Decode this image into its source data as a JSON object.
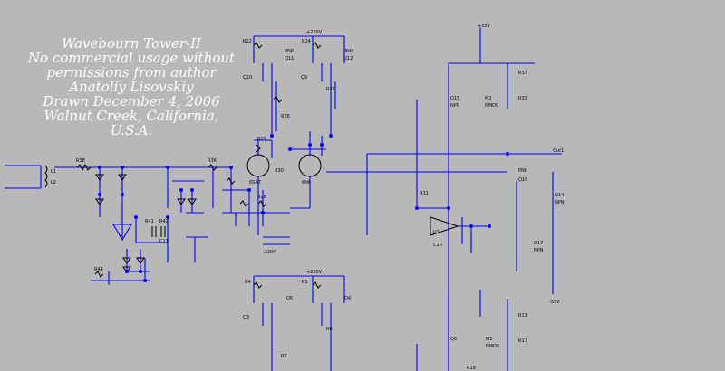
{
  "title_block": {
    "line1": "Wavebourn Tower-II",
    "line2": "No commercial usage without",
    "line3": "permissions from author",
    "line4": "Anatoliy Lisovskiy",
    "line5": "Drawn December 4, 2006",
    "line6": "Walnut Creek, California,",
    "line7": "U.S.A."
  },
  "labels": {
    "vplus55": "+55V",
    "vminus55": "-55V",
    "vplus220": "+220V",
    "vminus220": "-220V",
    "out1": "Out1",
    "tube1": "6SA7",
    "tube2": "6N6",
    "q11": "Q11",
    "q12": "Q12",
    "q10": "Q10",
    "q9": "Q9",
    "q15": "Q15",
    "q16": "Q16",
    "q14": "Q14",
    "q17": "Q17",
    "q3": "Q3",
    "q4": "Q4",
    "q5": "Q5",
    "q6": "Q6",
    "m2": "M2",
    "m1": "M1",
    "nmos": "NMOS",
    "pnp": "PNP",
    "npn": "NPN",
    "u1": "U1",
    "c10": "C10",
    "c11": "C11",
    "l1": "L1",
    "l2": "L2",
    "r38": "R38",
    "r35": "R35",
    "r37": "R37",
    "r33": "R33",
    "r31": "R31",
    "r30": "R30",
    "r36": "R36",
    "r22": "R22",
    "r24": "R24",
    "r26": "R26",
    "r29": "R29",
    "r28": "R28",
    "r41": "R41",
    "r42": "R42",
    "r44": "R44",
    "r4": "R4",
    "r5": "R5",
    "r6": "R6",
    "r7": "R7",
    "r13": "R13",
    "r17": "R17",
    "r19": "R19"
  }
}
